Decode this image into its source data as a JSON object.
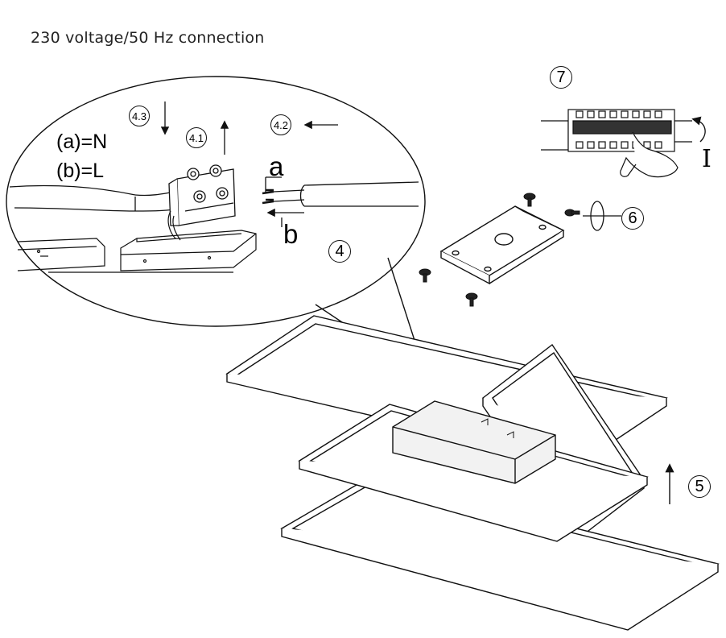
{
  "title": "230 voltage/50 Hz connection",
  "legend": {
    "neutral": "(a)=N",
    "live": "(b)=L"
  },
  "wires": {
    "a": "a",
    "b": "b"
  },
  "steps": {
    "s4_1": "4.1",
    "s4_2": "4.2",
    "s4_3": "4.3",
    "s4": "4",
    "s5": "5",
    "s6": "6",
    "s7": "7"
  },
  "switch_symbol": "I",
  "colors": {
    "line": "#111111",
    "background": "#ffffff"
  }
}
